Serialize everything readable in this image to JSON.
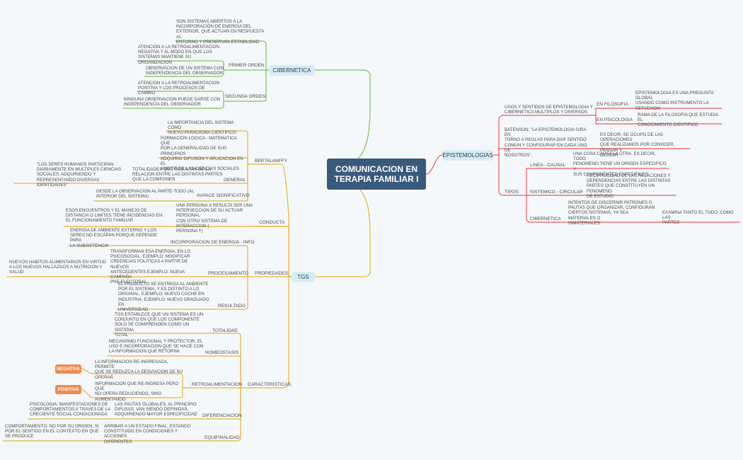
{
  "center": {
    "title": "COMUNICACION EN TERAPIA FAMILIAR I"
  },
  "colors": {
    "center": "#3a5a7c",
    "cibernetica": "#7cc35a",
    "tgs": "#e7b233",
    "epistemologias": "#ec5a5e",
    "tag": "#ec8d52"
  },
  "cibernetica": {
    "label": "CIBERNETICA",
    "intro": "SON SISTEMAS ABIERTOS A LA\nINCORPORACIÓN DE ENERGÍA DEL\nEXTERIOR, QUE ACTUAN EN RESPUESTA AL\nENTORNO Y PRESERVAN ESTABILIDAD",
    "primer_orden": {
      "label": "PRIMER ORDEN",
      "items": [
        "ATENCION A LA RETROALIMENTACION\nNEGATIVA Y AL MODO EN QUE LOS\nSISTEMAS MANTIENE SU ORGANIZACION",
        "OBSERVACION DE UN SISTEMA CON\nINDEPENDENCIA DEL OBSERVADOR"
      ]
    },
    "segunda_orden": {
      "label": "SEGUNDA ORDEN",
      "items": [
        "ATENCION A LA RETROALIMENTACION\nPOSITIVA Y LOS PROCESOS DE CAMBIO",
        "NINGUNA OBSERVACION PUEDE DARSE CON\nINDEPENDENCIA DEL OBSERVADOR"
      ]
    }
  },
  "tgs": {
    "label": "TGS",
    "bertalanffy": {
      "label": "BERTALANFFY",
      "importancia": "LA IMPORTANCIA DEL SISTEMA COMO\nNUEVO PARADIGMA CIENTIFICO",
      "formacion": "FORMACION LOGICA - MATEMATICA QUE\nPOR LA GENERALIDAD DE SUS PRINCIPIOS\nADQUIRIO DIFUSION Y APLICACION EN EL\nAMBITO DE LAS CIENCIAS SOCIALES",
      "general_label": "GENERAL",
      "general_text": "TOTALIDADES QUE RESULTAN DE LA\nRELACION ENTRE LAS DISTINTAS PARTES\nQUE LA COMPONEN",
      "general_quote": "\"LOS SERES HUMANOS PARTICIPAN\nDIARIAMENTE EN MULTIPLES CIENCIAS\nSOCIALES, ADQUIRIENDO Y\nREPRESENTANDO DIVERSAS IDENTIDADES\"",
      "avance_label": "AVANCE SIGNIFICATIVO",
      "avance_text": "DESDE LA OBSERVACION AL PARTE-TODO (AL\nINTERIOR DEL SISTEMA)"
    },
    "conducta": {
      "label": "CONDUCTA",
      "text": "UNA PERSONA X RESULTA SER UNA\nINTERSECCION DE SU ACTUAR PERSONAL\nCON OTRO SISTEMA DE INTERACCION (\nPERSONA Y)",
      "extra": "ESOS ENCUENTROS Y EL MANEJO DE\nDISTANCIA O LIMITES TIENE INCIDENCIAS EN\nEL FUNCIONAMIENTO FAMILIAR"
    },
    "propiedades": {
      "label": "PROPIEDADES",
      "incorporacion_label": "INCORPORACION DE ENERGIA - INFO",
      "incorporacion_text": "ENERGIA DE AMBIENTE EXTERNO Y LOS\nSERES NO ESCAPAN PORQUE DEPENDE PARA\nLA SUBSISTENCIA",
      "procesamiento_label": "PROCESAMIENTO",
      "procesamiento_text": "TRANSFORMAN ESA ENERGIA, EN LO\nPSICOSOCIAL, EJEMPLO: MODIFICAR\nCREENCIAS POLITICAS A PARTIR DE NUEVOS\nANTECEDENTES EJEMPLO: NUEVA CAMPAÑA\nPRE-ELECTORAL",
      "procesamiento_extra": "NUEVOS HABITOS ALIMENTARIOS EN VIRTUD\nA LOS NUEVOS HALLAZGOS A NUTRICION Y\nSALUD",
      "resultado_label": "RESULTADO",
      "resultado_text": "EL PRODUCTO SE ENTREGA AL AMBIENTE\nPOR EL SISTEMA, Y ES DISTINTO A LO\nORIGINAL, EJEMPLO: NUEVO COCHE EN\nINDUSTRIA, EJEMPLO: NUEVO GRADUADO EN\nUNIVERSIDAD"
    },
    "caracteristicas": {
      "label": "CARACTERISTICAS",
      "totalidad_label": "TOTALIDAD",
      "totalidad_text": "TGS ESTABLECE QUE UN SISTEMA ES UN\nCONJUNTO EN QUE LOS COMPONENTE\nSOLO SE COMPRENDEN COMO UN SISTEMA\nTOTAL",
      "homeostasis_label": "HOMEOSTASIS",
      "homeostasis_text": "MECANISMO FUNCIONAL Y PROTECTOR, EL\nUSO E INCORPORACION QUE SE HACE CON\nLA INFORMACION QUE RETORNA",
      "retro_label": "RETROALIMENTACION",
      "negativa_tag": "NEGATIVA",
      "negativa_text": "LA INFORMACION RE-INGRESADA, PERMITE\nQUE SE REDUZCA LA DESVIACION DE SU\nOPERAR",
      "positiva_tag": "POSITIVA",
      "positiva_text": "INFORMACION QUE RE-INGRESA PERO QUE\nNO OPERA REDUCIENDO, SINO\nAUMENTANDO",
      "diferenciacion_label": "DIFERENCIACION",
      "diferenciacion_text": "LAS PAUTAS GLOBALES, AL PRINCIPIO\nDIFUSAS, VAN SIENDO DEFINIDAS,\nADQUIRIENDO MAYOR ESPECIFICIDAD",
      "diferenciacion_extra": "PSICOLOGIA: MANIFESTACIONES DE\nCOMPORTAMIENTOS A TRAVES DE LA\nCRECIENTE SOCIAL CONDICIONADA",
      "equifinalidad_label": "EQUIFINALIDAD",
      "equifinalidad_text": "ARRIBAR A UN ESTADO FINAL, ESTANDO\nCONSTITUIDO EN CONDICIONES Y ACCIONES\nDIFERENTES",
      "equifinalidad_extra": "COMPORTAMIENTO: NO POR SU ORIGEN, SI\nPOR EL SENTIDO EN EL CONTEXTO EN QUE\nSE PRODUCE"
    }
  },
  "epistemologias": {
    "label": "EPISTEMOLOGIAS",
    "usos": "USOS Y SENTIDOS DE EPISTEMOLOGIA Y\nCIBERNETICA MULTIPLOS Y DIVERSOS",
    "filosofia_label": "EN FILOSOFIA",
    "filosofia_text": "EPISTEMOLOGIA ES UNA PREGUNTA GLOBAL\nUSANDO COMO INSTRUMENTO LA\nREFLEXION",
    "psicologia_label": "EN PSICOLOGIA",
    "psicologia_text": "RAMA DE LA FILOSOFIA QUE ESTUDIA EL\nCONOCIMIENTO CIENTIFICO",
    "bateson": "BATENSON: \"LA EPISTEMOLOGIA GIRA EN\nTORNO A REGLAS PARA DAR SENTIDO\nCOMUN Y CONFIGURAR EN CADA UNO DE\nNOSOTROS\",",
    "bateson_text": "ES DECIR, SE OCUPO DE LAS OPERACIONES\nQUE REALIZAMOS POR CONOCER, PENSAR Y\nDECIDIR",
    "tipos_label": "TIPOS:",
    "lineal_label": "LINEA - CAUSAL",
    "lineal_text": "UNA COSA CAUSA LA OTRA, ES DECIR, TODO\nFENOMENO TIENE UN ORIGEN ESPECIFICO Y\nSUS COMPONENTES ESPECIFICOS",
    "sistemico_label": "SISTEMICO - CIRCULAR",
    "sistemico_text": "RECIPROCIDAD DE LAS RELACIONES Y\nDEPENDENCIAS ENTRE LAS DISTINTAS\nPARTES QUE CONSTITUYEN UN FENOMENO\nDE ESTUDIO",
    "cibernetica_label": "CIBERNETICA",
    "cibernetica_text": "INTENTOS DE DISCERNIR PATRONES O\nPAUTAS QUE ORGANIZAR, CONFIGURAN\nCIERTOS SISTEMAS, YA SEA MATERIALES O\nINMATERIALES",
    "cibernetica_extra": "EXAMINA TANTO EL TODO, COMO LAS\nPARTES"
  }
}
